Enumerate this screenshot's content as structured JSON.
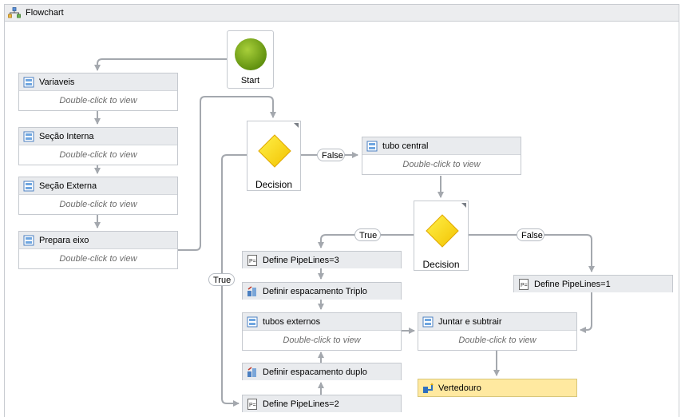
{
  "window": {
    "title": "Flowchart",
    "icon": "flowchart-icon"
  },
  "start": {
    "label": "Start",
    "color": "#7fa31c"
  },
  "decisions": [
    {
      "label": "Decision"
    },
    {
      "label": "Decision"
    }
  ],
  "activities": {
    "variaveis": {
      "label": "Variaveis",
      "hint": "Double-click to view"
    },
    "secao_interna": {
      "label": "Seção Interna",
      "hint": "Double-click to view"
    },
    "secao_externa": {
      "label": "Seção Externa",
      "hint": "Double-click to view"
    },
    "prepara_eixo": {
      "label": "Prepara eixo",
      "hint": "Double-click to view"
    },
    "tubo_central": {
      "label": "tubo central",
      "hint": "Double-click to view"
    },
    "define_pipelines_3": {
      "label": "Define PipeLines=3"
    },
    "definir_espacamento_triplo": {
      "label": "Definir espacamento Triplo"
    },
    "tubos_externos": {
      "label": "tubos externos",
      "hint": "Double-click to view"
    },
    "definir_espacamento_duplo": {
      "label": "Definir espacamento duplo"
    },
    "define_pipelines_2": {
      "label": "Define PipeLines=2"
    },
    "define_pipelines_1": {
      "label": "Define PipeLines=1"
    },
    "juntar_e_subtrair": {
      "label": "Juntar e subtrair",
      "hint": "Double-click to view"
    },
    "vertedouro": {
      "label": "Vertedouro",
      "highlight": "#fff1a8"
    }
  },
  "connectors": {
    "decision1_false": "False",
    "decision1_true": "True",
    "decision2_true": "True",
    "decision2_false": "False"
  },
  "colors": {
    "wire": "#a4a8ae",
    "diamond": "#ffd900",
    "header": "#e9ebee"
  }
}
